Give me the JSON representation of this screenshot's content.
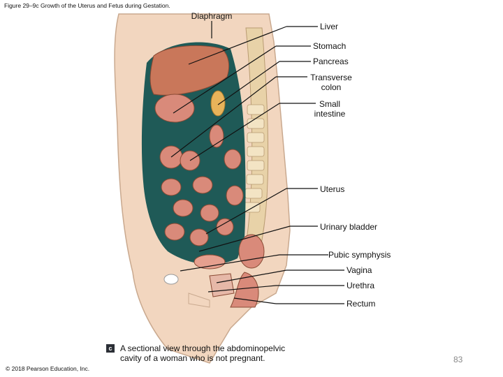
{
  "figure": {
    "title": "Figure 29–9c Growth of the Uterus and Fetus during Gestation.",
    "panel_letter": "c",
    "caption_line1": "A sectional view through the abdominopelvic",
    "caption_line2": "cavity of a woman who is not pregnant.",
    "copyright": "© 2018 Pearson Education, Inc.",
    "page_number": "83"
  },
  "labels": {
    "diaphragm": "Diaphragm",
    "liver": "Liver",
    "stomach": "Stomach",
    "pancreas": "Pancreas",
    "transverse_colon_1": "Transverse",
    "transverse_colon_2": "colon",
    "small_intestine_1": "Small",
    "small_intestine_2": "intestine",
    "uterus": "Uterus",
    "urinary_bladder": "Urinary bladder",
    "pubic_symphysis": "Pubic symphysis",
    "vagina": "Vagina",
    "urethra": "Urethra",
    "rectum": "Rectum"
  },
  "colors": {
    "skin": "#f2d6bf",
    "cavity": "#1f5a57",
    "organ": "#d98a7a",
    "liver": "#c9775a",
    "spine": "#e8d2a8"
  }
}
